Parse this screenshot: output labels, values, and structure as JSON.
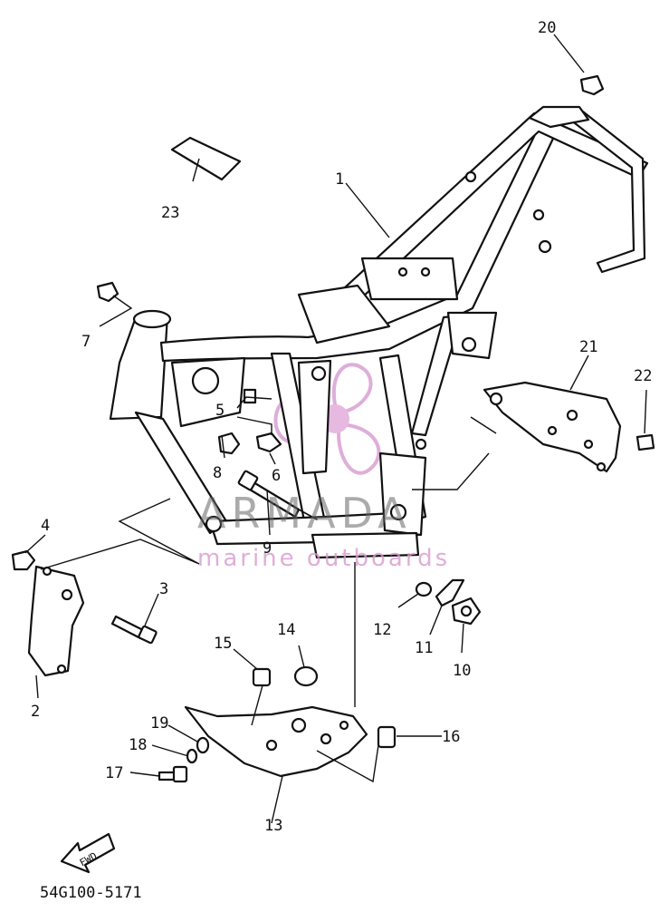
{
  "diagram": {
    "part_code": "54G100-5171",
    "fwd_label": "FWD",
    "callouts": [
      "1",
      "2",
      "3",
      "4",
      "5",
      "6",
      "7",
      "8",
      "9",
      "10",
      "11",
      "12",
      "13",
      "14",
      "15",
      "16",
      "17",
      "18",
      "19",
      "20",
      "21",
      "22",
      "23"
    ]
  },
  "watermark": {
    "brand": "ARMADA",
    "tagline": "marine outboards",
    "colors": {
      "brand": "#666666",
      "accent": "#d79ad0"
    }
  }
}
